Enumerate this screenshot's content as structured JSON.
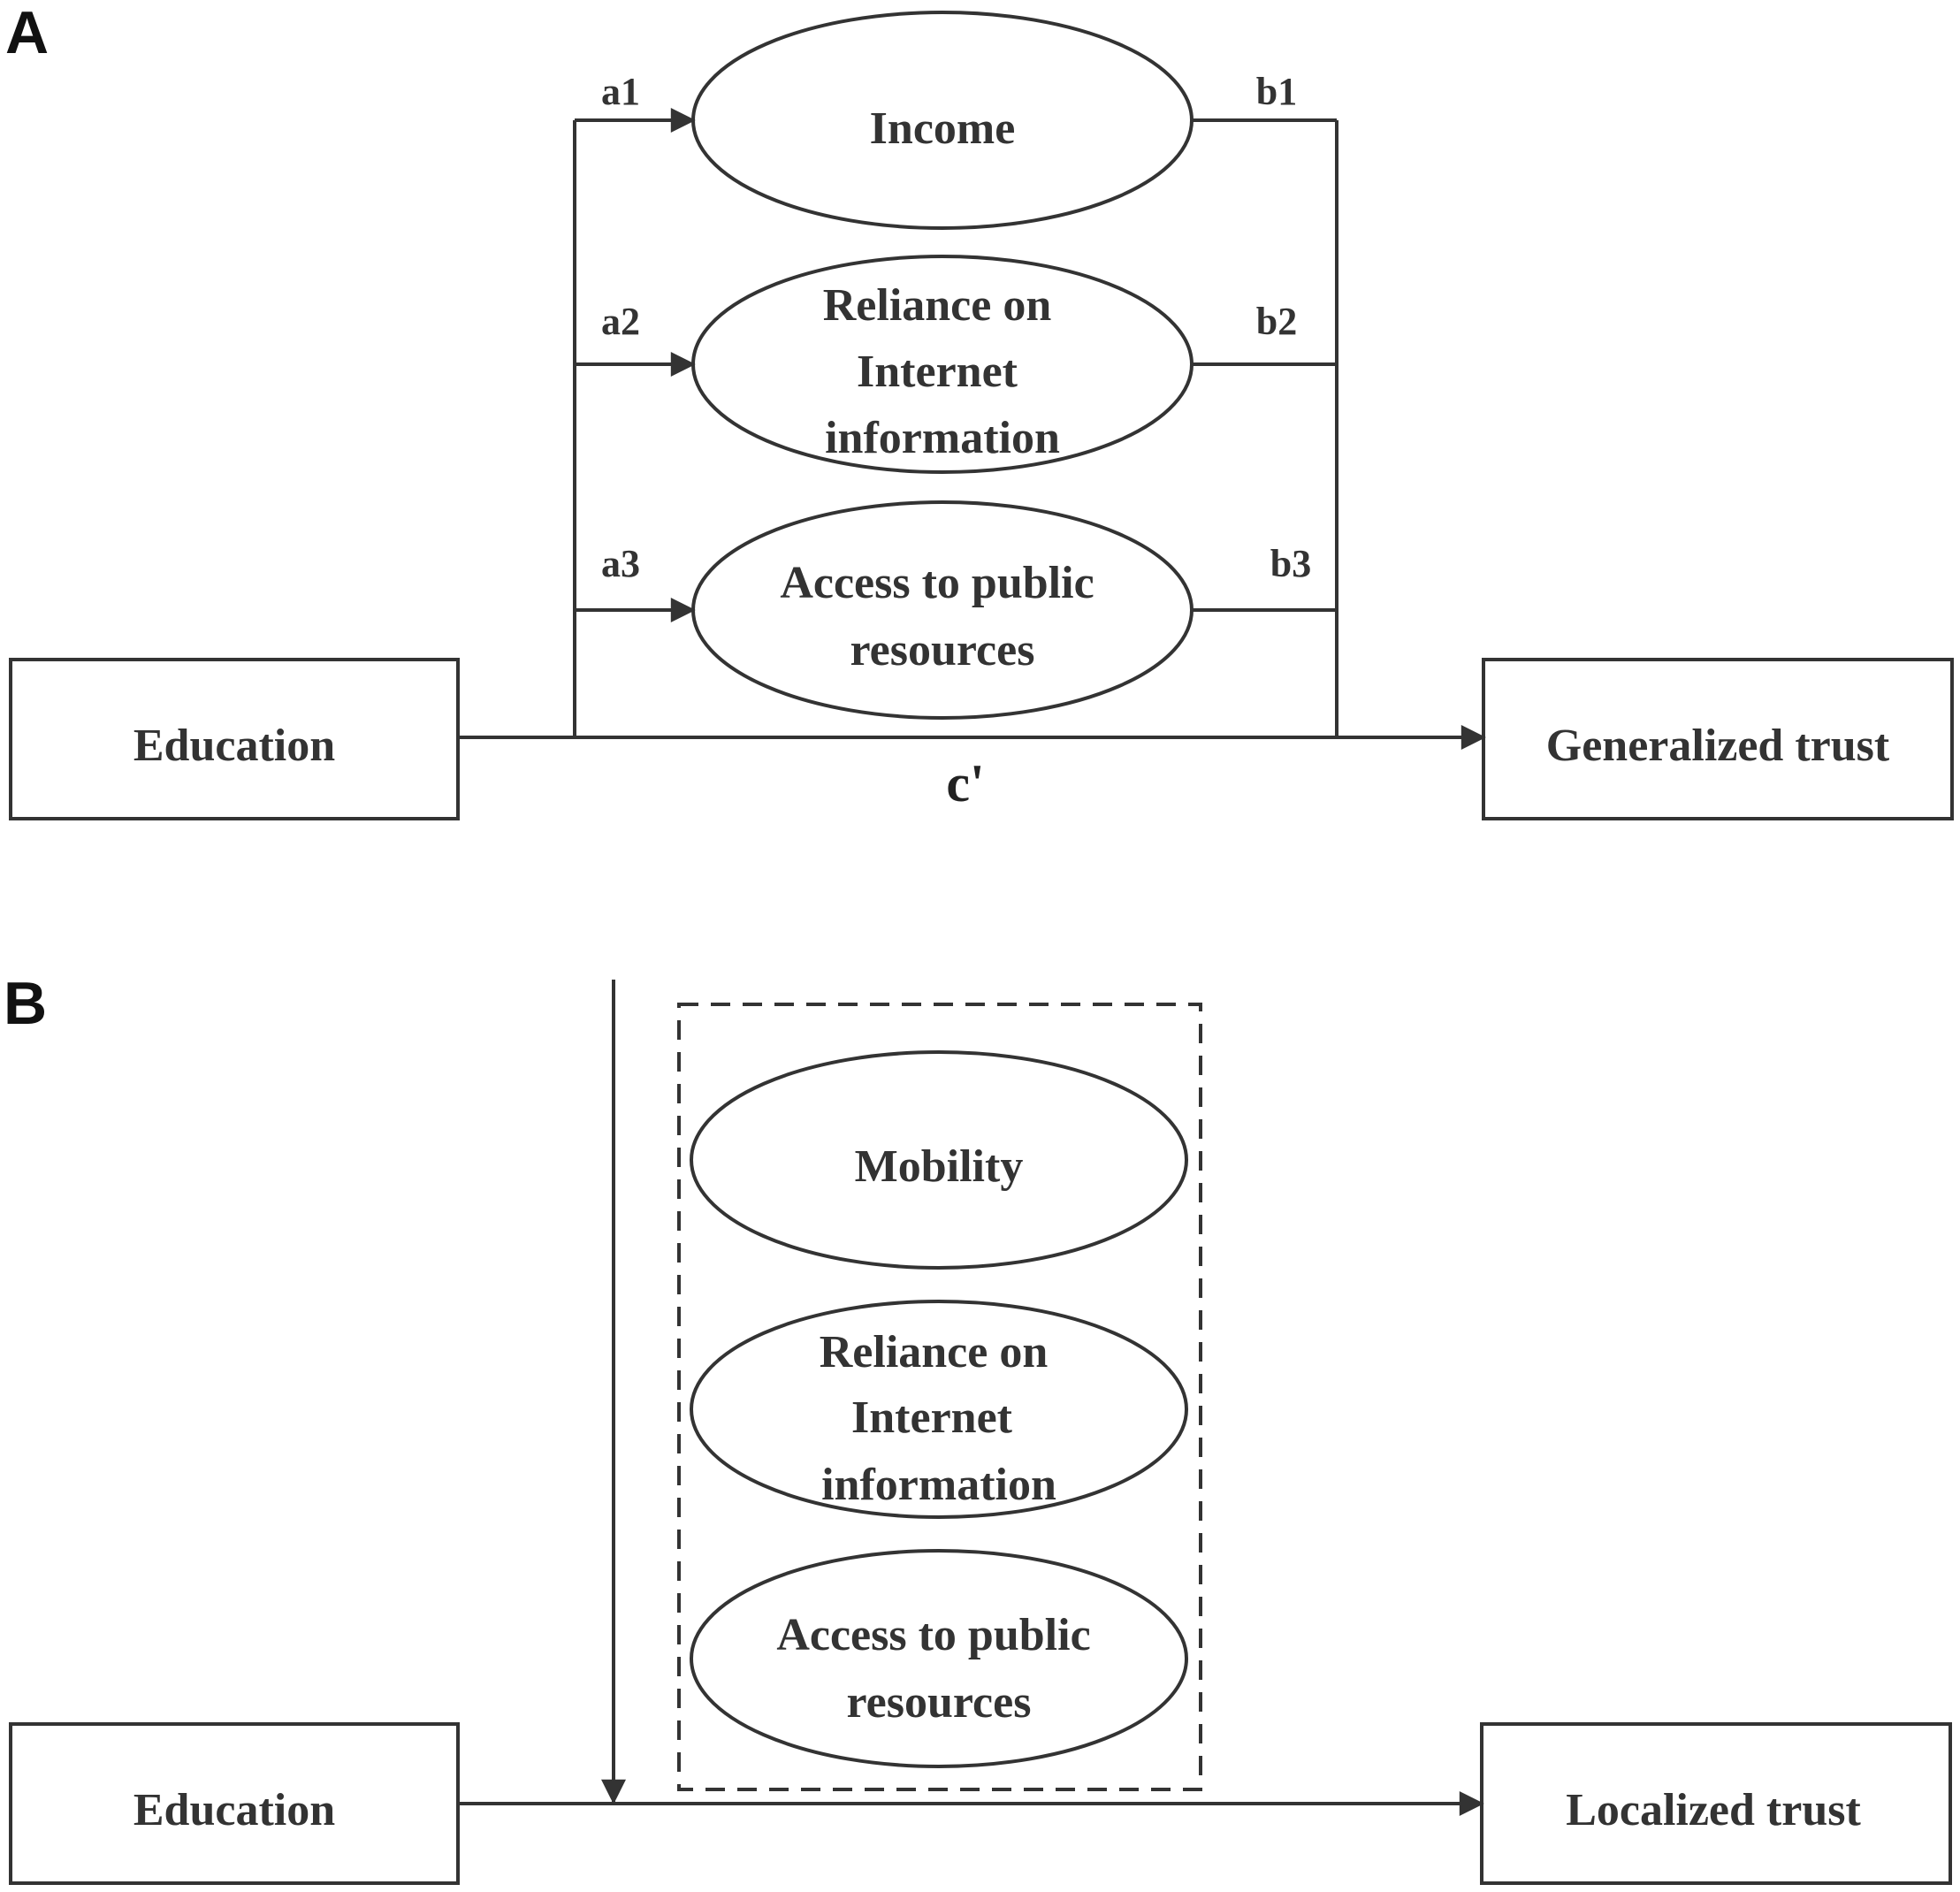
{
  "panel_a": {
    "label": "A",
    "predictor": "Education",
    "outcome": "Generalized trust",
    "mediators": [
      {
        "lines": [
          "Income"
        ]
      },
      {
        "lines": [
          "Reliance on",
          "Internet",
          "information"
        ]
      },
      {
        "lines": [
          "Access to public",
          "resources"
        ]
      }
    ],
    "a_paths": [
      "a1",
      "a2",
      "a3"
    ],
    "b_paths": [
      "b1",
      "b2",
      "b3"
    ],
    "direct_path": "c'"
  },
  "panel_b": {
    "label": "B",
    "predictor": "Education",
    "outcome": "Localized trust",
    "mediators": [
      {
        "lines": [
          "Mobility"
        ]
      },
      {
        "lines": [
          "Reliance on",
          "Internet",
          "information"
        ]
      },
      {
        "lines": [
          "Access to public",
          "resources"
        ]
      }
    ]
  }
}
